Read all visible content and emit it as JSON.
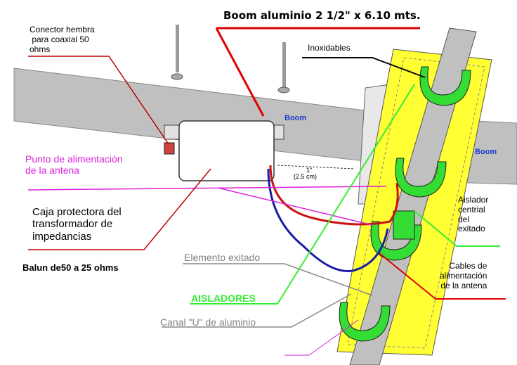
{
  "title": "Boom aluminio 2 1/2\" x 6.10 mts.",
  "labels": {
    "conector": "Conector hembra\n para coaxial 50\nohms",
    "inoxidables": "Inoxidables",
    "boom_left": "Boom",
    "boom_right": "Boom",
    "punto": "Punto de alimentación\nde la antena",
    "caja": "Caja protectora del\ntransformador de\nimpedancias",
    "balun": "Balun de50 a 25 ohms",
    "elemento": "Elemento exitado",
    "aisladores": "AISLADORES",
    "canal": "Canal \"U\" de aluminio",
    "aislador_central": "Aislador\ncentrial\ndel\nexitado",
    "cables": "Cables de\nalimentación\nde la antena",
    "dim_inch": "1\"",
    "dim_cm": "(2.5 cm)"
  },
  "colors": {
    "boom": "#c0c0c0",
    "channel": "#ffff33",
    "insulator": "#33dd33",
    "leader_red": "#e00000",
    "leader_green": "#33ee33",
    "magenta": "#dd22dd",
    "blue_text": "#1a3ccc"
  }
}
